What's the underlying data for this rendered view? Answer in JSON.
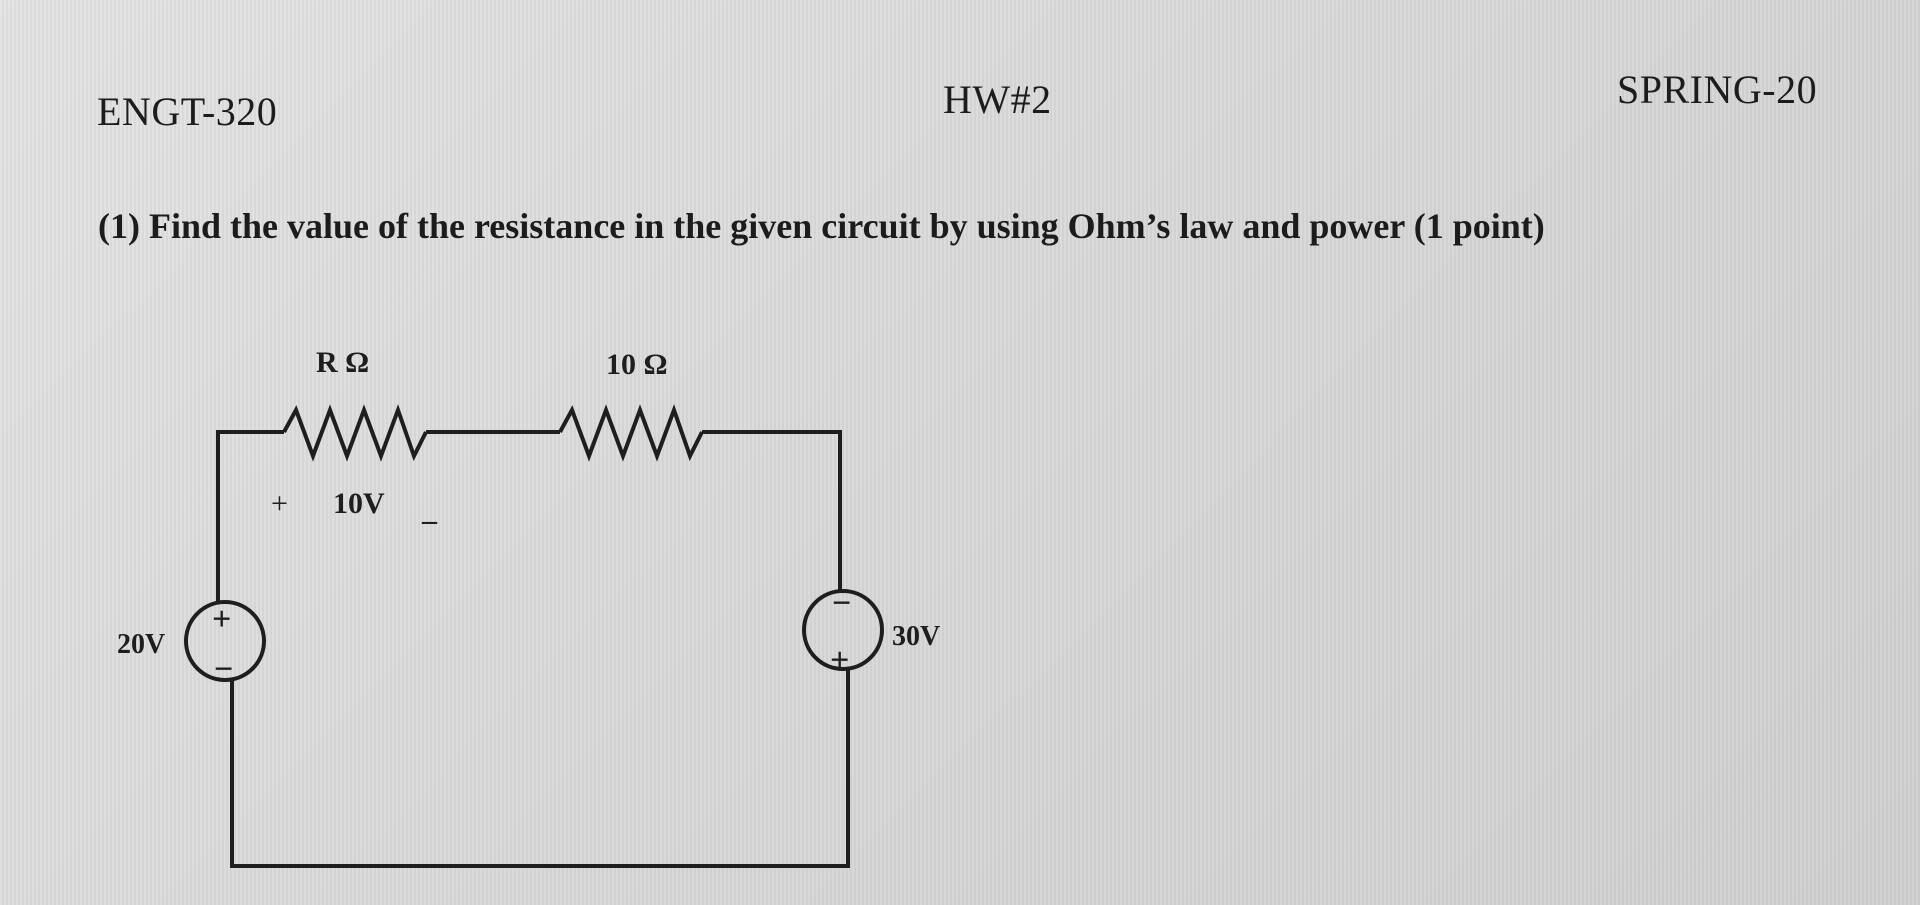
{
  "header": {
    "course": "ENGT-320",
    "assignment": "HW#2",
    "term": "SPRING-20"
  },
  "question": {
    "text": "(1) Find the value of the resistance in the given circuit by using Ohm’s law and power  (1 point)"
  },
  "circuit": {
    "resistor_1_label": "R Ω",
    "resistor_2_label": "10 Ω",
    "resistor_1_voltage": "10V",
    "resistor_1_plus": "+",
    "resistor_1_minus": "_",
    "source_left_label": "20V",
    "source_right_label": "30V",
    "plus_sign": "+",
    "minus_sign": "−"
  }
}
